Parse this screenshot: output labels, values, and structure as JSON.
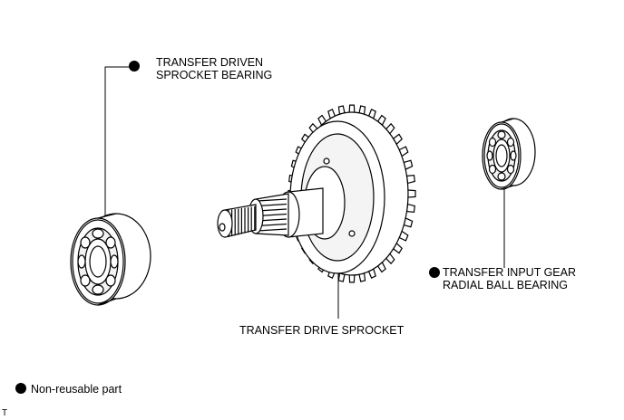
{
  "labels": {
    "driven_bearing": [
      "TRANSFER DRIVEN",
      "SPROCKET BEARING"
    ],
    "input_bearing": [
      "TRANSFER INPUT GEAR",
      "RADIAL BALL BEARING"
    ],
    "drive_sprocket": "TRANSFER DRIVE SPROCKET"
  },
  "legend": {
    "text": "Non-reusable part"
  },
  "corner_mark": "T"
}
